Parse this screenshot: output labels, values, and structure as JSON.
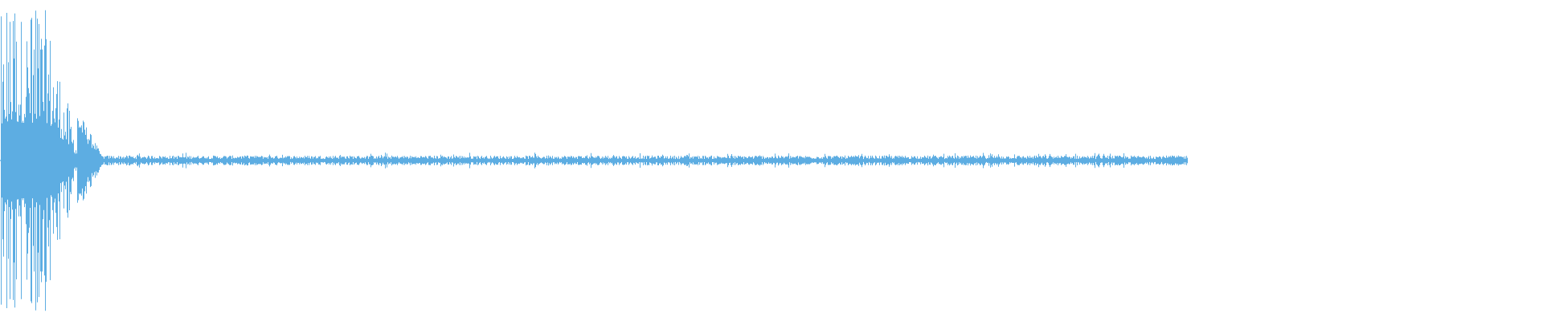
{
  "waveform": {
    "color": "#5dade2",
    "background": "#ffffff",
    "style": "mirrored-peaks",
    "baseline_line": true,
    "audio_fraction_of_view": 0.77,
    "burst": {
      "start_fraction": 0.0,
      "end_fraction": 0.05,
      "peak_amplitude": 0.99,
      "decay": "fast"
    },
    "tail": {
      "amplitude": 0.025,
      "texture": "fine-noise",
      "end_fraction": 0.77
    }
  }
}
